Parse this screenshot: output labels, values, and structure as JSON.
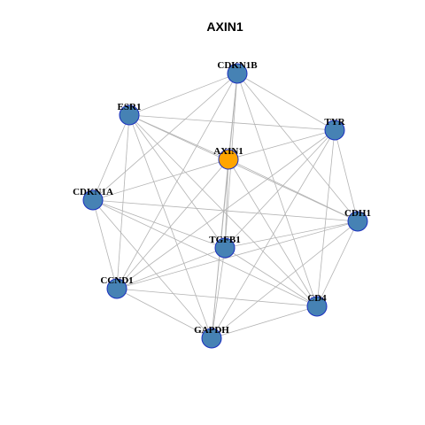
{
  "title": "AXIN1",
  "colors": {
    "hub_fill": "#FFA500",
    "node_fill": "#4682B4",
    "node_stroke": "#1A2FBF",
    "edge": "#B3B3B3"
  },
  "nodes": [
    {
      "id": "AXIN1",
      "label": "AXIN1",
      "hub": true
    },
    {
      "id": "CDKN1B",
      "label": "CDKN1B"
    },
    {
      "id": "ESR1",
      "label": "ESR1"
    },
    {
      "id": "TYR",
      "label": "TYR"
    },
    {
      "id": "CDKN1A",
      "label": "CDKN1A"
    },
    {
      "id": "CDH1",
      "label": "CDH1"
    },
    {
      "id": "TGFB1",
      "label": "TGFB1"
    },
    {
      "id": "CCND1",
      "label": "CCND1"
    },
    {
      "id": "CD4",
      "label": "CD4"
    },
    {
      "id": "GAPDH",
      "label": "GAPDH"
    }
  ],
  "edges": [
    [
      "AXIN1",
      "CDKN1B"
    ],
    [
      "AXIN1",
      "ESR1"
    ],
    [
      "AXIN1",
      "TYR"
    ],
    [
      "AXIN1",
      "CDKN1A"
    ],
    [
      "AXIN1",
      "CDH1"
    ],
    [
      "AXIN1",
      "TGFB1"
    ],
    [
      "AXIN1",
      "CCND1"
    ],
    [
      "AXIN1",
      "CD4"
    ],
    [
      "AXIN1",
      "GAPDH"
    ],
    [
      "CDKN1B",
      "ESR1"
    ],
    [
      "CDKN1B",
      "TYR"
    ],
    [
      "CDKN1B",
      "CDKN1A"
    ],
    [
      "CDKN1B",
      "CDH1"
    ],
    [
      "CDKN1B",
      "TGFB1"
    ],
    [
      "CDKN1B",
      "CCND1"
    ],
    [
      "CDKN1B",
      "CD4"
    ],
    [
      "CDKN1B",
      "GAPDH"
    ],
    [
      "ESR1",
      "TYR"
    ],
    [
      "ESR1",
      "CDKN1A"
    ],
    [
      "ESR1",
      "CDH1"
    ],
    [
      "ESR1",
      "TGFB1"
    ],
    [
      "ESR1",
      "CCND1"
    ],
    [
      "ESR1",
      "CD4"
    ],
    [
      "ESR1",
      "GAPDH"
    ],
    [
      "TYR",
      "CDH1"
    ],
    [
      "TYR",
      "TGFB1"
    ],
    [
      "TYR",
      "CCND1"
    ],
    [
      "TYR",
      "CD4"
    ],
    [
      "TYR",
      "GAPDH"
    ],
    [
      "CDKN1A",
      "CDH1"
    ],
    [
      "CDKN1A",
      "TGFB1"
    ],
    [
      "CDKN1A",
      "CCND1"
    ],
    [
      "CDKN1A",
      "CD4"
    ],
    [
      "CDKN1A",
      "GAPDH"
    ],
    [
      "CDH1",
      "TGFB1"
    ],
    [
      "CDH1",
      "CCND1"
    ],
    [
      "CDH1",
      "CD4"
    ],
    [
      "CDH1",
      "GAPDH"
    ],
    [
      "TGFB1",
      "CCND1"
    ],
    [
      "TGFB1",
      "CD4"
    ],
    [
      "TGFB1",
      "GAPDH"
    ],
    [
      "CCND1",
      "CD4"
    ],
    [
      "CCND1",
      "GAPDH"
    ],
    [
      "CD4",
      "GAPDH"
    ]
  ]
}
